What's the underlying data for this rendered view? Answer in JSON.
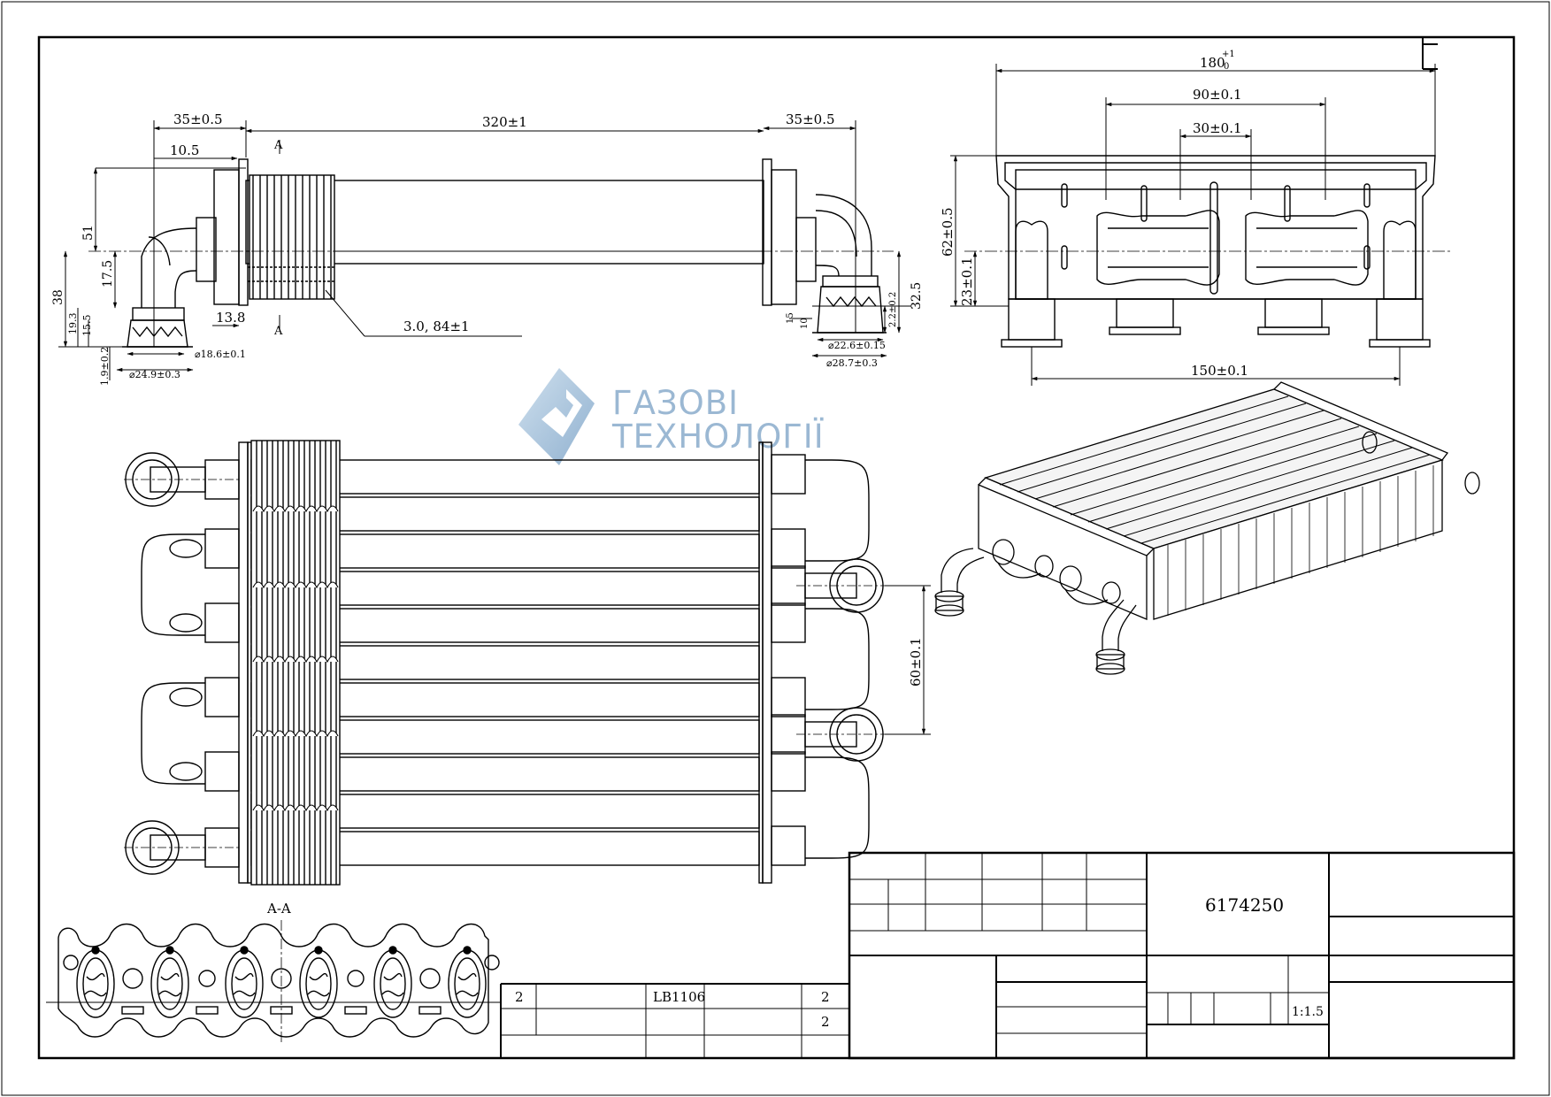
{
  "top_view": {
    "dims": {
      "left_stub": "35±0.5",
      "length": "320±1",
      "right_stub": "35±0.5",
      "flange_offset": "10.5",
      "height_51": "51",
      "height_17_5": "17.5",
      "height_38": "38",
      "height_19_3": "19.3",
      "height_15_5": "15.5",
      "dim_13_8": "13.8",
      "fin_spec": "3.0, 84±1",
      "dia_18_6": "⌀18.6±0.1",
      "dia_24_9": "⌀24.9±0.3",
      "dim_1_9": "1.9±0.2",
      "dim_15": "15",
      "dim_10": "10",
      "dia_22_6": "⌀22.6±0.15",
      "dia_28_7": "⌀28.7±0.3",
      "dim_2_2": "2.2±0.2",
      "dim_32_5": "32.5",
      "section_mark": "A"
    }
  },
  "end_view": {
    "dims": {
      "width_180": "180",
      "width_180_tol_top": "+1",
      "width_180_tol_bottom": "0",
      "width_90": "90±0.1",
      "width_30": "30±0.1",
      "height_62": "62±0.5",
      "height_23": "23±0.1",
      "width_150": "150±0.1"
    }
  },
  "front_view": {
    "dims": {
      "pitch_60": "60±0.1"
    }
  },
  "section": {
    "title": "A-A"
  },
  "watermark": {
    "line1": "ГАЗОВІ",
    "line2": "ТЕХНОЛОГІЇ",
    "color": "#9bb8d3"
  },
  "title_block": {
    "drawing_number": "6174250",
    "scale": "1:1.5"
  },
  "parts_list": {
    "col1": "2",
    "name": "LB1106",
    "qty1": "2",
    "qty2": "2"
  }
}
